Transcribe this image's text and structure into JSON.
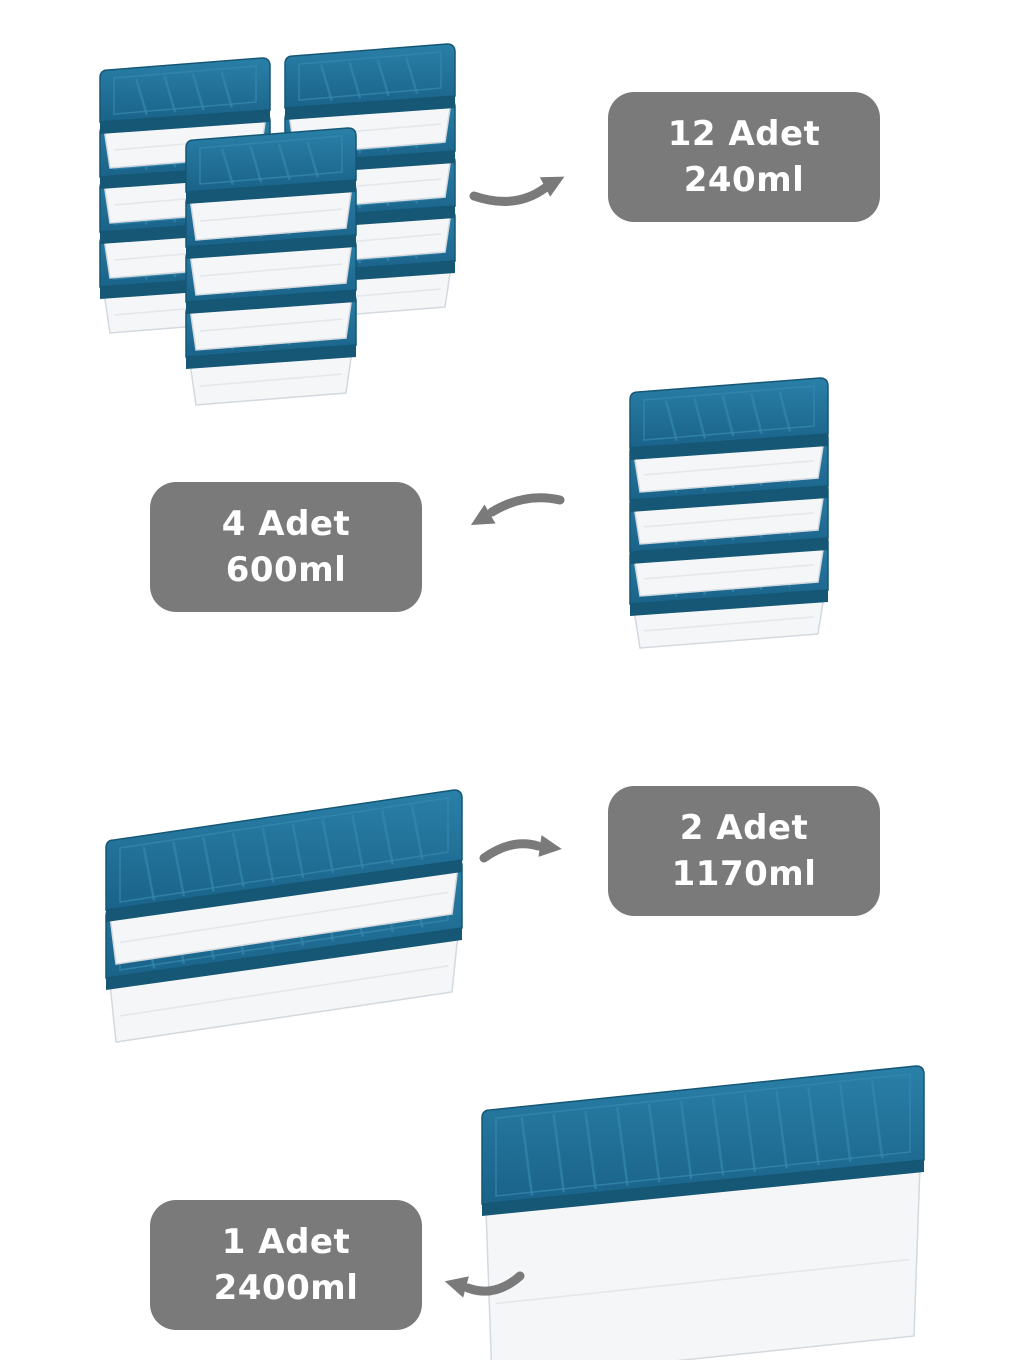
{
  "colors": {
    "lid": "#1e6f96",
    "lid_dark": "#155775",
    "lid_light": "#3487ad",
    "badge": "#7a7a7a",
    "arrow": "#7a7a7a",
    "container": "#f4f6f8"
  },
  "sets": [
    {
      "count_label": "12 Adet",
      "volume_label": "240ml"
    },
    {
      "count_label": "4 Adet",
      "volume_label": "600ml"
    },
    {
      "count_label": "2 Adet",
      "volume_label": "1170ml"
    },
    {
      "count_label": "1 Adet",
      "volume_label": "2400ml"
    }
  ]
}
